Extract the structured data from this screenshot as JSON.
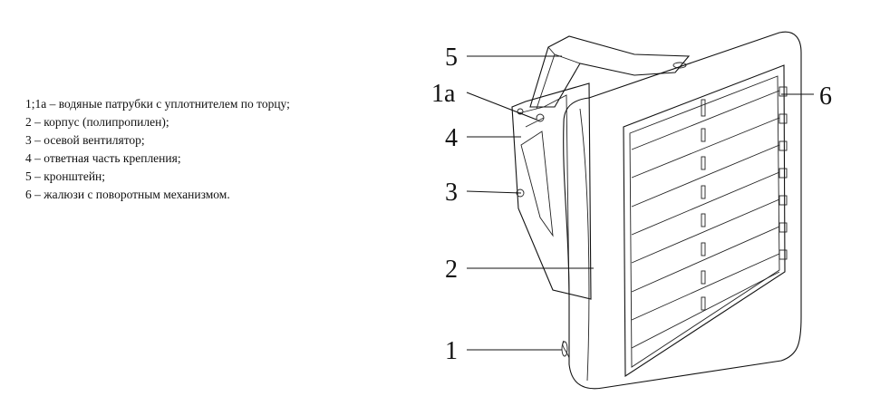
{
  "legend": [
    "1;1a – водяные патрубки с уплотнителем по торцу;",
    "2 – корпус (полипропилен);",
    "3 – осевой вентилятор;",
    "4 – ответная часть крепления;",
    "5 – кронштейн;",
    "6 – жалюзи с поворотным механизмом."
  ],
  "callouts": {
    "c1": "1",
    "c1a": "1a",
    "c2": "2",
    "c3": "3",
    "c4": "4",
    "c5": "5",
    "c6": "6"
  }
}
